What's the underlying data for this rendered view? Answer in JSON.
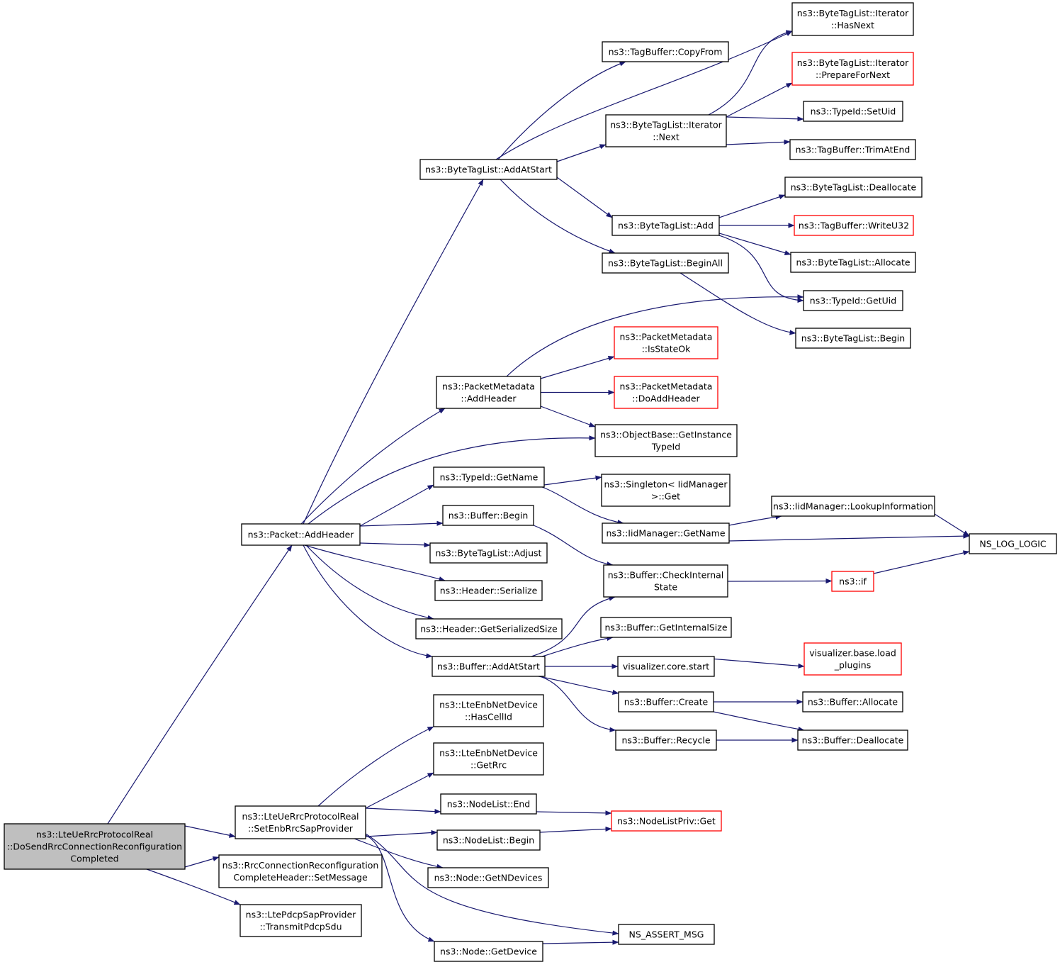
{
  "diagram": {
    "colors": {
      "edge": "#191970",
      "box_border_normal": "#000000",
      "box_border_truncated": "#ff0000",
      "root_fill": "#bfbfbf",
      "node_fill": "#ffffff"
    },
    "nodes": [
      {
        "id": "root",
        "lines": [
          "ns3::LteUeRrcProtocolReal",
          "::DoSendRrcConnectionReconfiguration",
          "Completed"
        ],
        "kind": "root"
      },
      {
        "id": "packet_addheader",
        "lines": [
          "ns3::Packet::AddHeader"
        ],
        "kind": "normal"
      },
      {
        "id": "setenbrrc",
        "lines": [
          "ns3::LteUeRrcProtocolReal",
          "::SetEnbRrcSapProvider"
        ],
        "kind": "normal"
      },
      {
        "id": "rrc_setmessage",
        "lines": [
          "ns3::RrcConnectionReconfiguration",
          "CompleteHeader::SetMessage"
        ],
        "kind": "normal"
      },
      {
        "id": "transmitpdcp",
        "lines": [
          "ns3::LtePdcpSapProvider",
          "::TransmitPdcpSdu"
        ],
        "kind": "normal"
      },
      {
        "id": "btl_addatstart",
        "lines": [
          "ns3::ByteTagList::AddAtStart"
        ],
        "kind": "normal"
      },
      {
        "id": "pm_addheader",
        "lines": [
          "ns3::PacketMetadata",
          "::AddHeader"
        ],
        "kind": "normal"
      },
      {
        "id": "typeid_getname",
        "lines": [
          "ns3::TypeId::GetName"
        ],
        "kind": "normal"
      },
      {
        "id": "buffer_begin",
        "lines": [
          "ns3::Buffer::Begin"
        ],
        "kind": "normal"
      },
      {
        "id": "btl_adjust",
        "lines": [
          "ns3::ByteTagList::Adjust"
        ],
        "kind": "normal"
      },
      {
        "id": "header_serialize",
        "lines": [
          "ns3::Header::Serialize"
        ],
        "kind": "normal"
      },
      {
        "id": "header_getsize",
        "lines": [
          "ns3::Header::GetSerializedSize"
        ],
        "kind": "normal"
      },
      {
        "id": "buffer_addatstart",
        "lines": [
          "ns3::Buffer::AddAtStart"
        ],
        "kind": "normal"
      },
      {
        "id": "lte_hascellid",
        "lines": [
          "ns3::LteEnbNetDevice",
          "::HasCellId"
        ],
        "kind": "normal"
      },
      {
        "id": "lte_getrrc",
        "lines": [
          "ns3::LteEnbNetDevice",
          "::GetRrc"
        ],
        "kind": "normal"
      },
      {
        "id": "nodelist_end",
        "lines": [
          "ns3::NodeList::End"
        ],
        "kind": "normal"
      },
      {
        "id": "nodelist_begin",
        "lines": [
          "ns3::NodeList::Begin"
        ],
        "kind": "normal"
      },
      {
        "id": "node_getndevices",
        "lines": [
          "ns3::Node::GetNDevices"
        ],
        "kind": "normal"
      },
      {
        "id": "node_getdevice",
        "lines": [
          "ns3::Node::GetDevice"
        ],
        "kind": "normal"
      },
      {
        "id": "tagbuffer_copyfrom",
        "lines": [
          "ns3::TagBuffer::CopyFrom"
        ],
        "kind": "normal"
      },
      {
        "id": "iter_next",
        "lines": [
          "ns3::ByteTagList::Iterator",
          "::Next"
        ],
        "kind": "normal"
      },
      {
        "id": "btl_add",
        "lines": [
          "ns3::ByteTagList::Add"
        ],
        "kind": "normal"
      },
      {
        "id": "btl_beginall",
        "lines": [
          "ns3::ByteTagList::BeginAll"
        ],
        "kind": "normal"
      },
      {
        "id": "pm_isstateok",
        "lines": [
          "ns3::PacketMetadata",
          "::IsStateOk"
        ],
        "kind": "truncated"
      },
      {
        "id": "pm_doaddheader",
        "lines": [
          "ns3::PacketMetadata",
          "::DoAddHeader"
        ],
        "kind": "truncated"
      },
      {
        "id": "objbase_getinst",
        "lines": [
          "ns3::ObjectBase::GetInstance",
          "TypeId"
        ],
        "kind": "normal"
      },
      {
        "id": "singleton_get",
        "lines": [
          "ns3::Singleton< IidManager",
          ">::Get"
        ],
        "kind": "normal"
      },
      {
        "id": "iidmanager_getname",
        "lines": [
          "ns3::IidManager::GetName"
        ],
        "kind": "normal"
      },
      {
        "id": "buffer_checkinternal",
        "lines": [
          "ns3::Buffer::CheckInternal",
          "State"
        ],
        "kind": "normal"
      },
      {
        "id": "buffer_getinternalsize",
        "lines": [
          "ns3::Buffer::GetInternalSize"
        ],
        "kind": "normal"
      },
      {
        "id": "vis_core_start",
        "lines": [
          "visualizer.core.start"
        ],
        "kind": "normal"
      },
      {
        "id": "buffer_create",
        "lines": [
          "ns3::Buffer::Create"
        ],
        "kind": "normal"
      },
      {
        "id": "buffer_recycle",
        "lines": [
          "ns3::Buffer::Recycle"
        ],
        "kind": "normal"
      },
      {
        "id": "nodelistpriv_get",
        "lines": [
          "ns3::NodeListPriv::Get"
        ],
        "kind": "truncated"
      },
      {
        "id": "ns_assert_msg",
        "lines": [
          "NS_ASSERT_MSG"
        ],
        "kind": "normal"
      },
      {
        "id": "iter_hasnext",
        "lines": [
          "ns3::ByteTagList::Iterator",
          "::HasNext"
        ],
        "kind": "normal"
      },
      {
        "id": "iter_preparefornext",
        "lines": [
          "ns3::ByteTagList::Iterator",
          "::PrepareForNext"
        ],
        "kind": "truncated"
      },
      {
        "id": "typeid_setuid",
        "lines": [
          "ns3::TypeId::SetUid"
        ],
        "kind": "normal"
      },
      {
        "id": "tagbuffer_trimatend",
        "lines": [
          "ns3::TagBuffer::TrimAtEnd"
        ],
        "kind": "normal"
      },
      {
        "id": "btl_deallocate",
        "lines": [
          "ns3::ByteTagList::Deallocate"
        ],
        "kind": "normal"
      },
      {
        "id": "tagbuffer_writeu32",
        "lines": [
          "ns3::TagBuffer::WriteU32"
        ],
        "kind": "truncated"
      },
      {
        "id": "btl_allocate",
        "lines": [
          "ns3::ByteTagList::Allocate"
        ],
        "kind": "normal"
      },
      {
        "id": "typeid_getuid",
        "lines": [
          "ns3::TypeId::GetUid"
        ],
        "kind": "normal"
      },
      {
        "id": "btl_begin",
        "lines": [
          "ns3::ByteTagList::Begin"
        ],
        "kind": "normal"
      },
      {
        "id": "iid_lookupinfo",
        "lines": [
          "ns3::IidManager::LookupInformation"
        ],
        "kind": "normal"
      },
      {
        "id": "ns_log_logic",
        "lines": [
          "NS_LOG_LOGIC"
        ],
        "kind": "normal"
      },
      {
        "id": "ns3_if",
        "lines": [
          "ns3::if"
        ],
        "kind": "truncated"
      },
      {
        "id": "vis_load_plugins",
        "lines": [
          "visualizer.base.load",
          "_plugins"
        ],
        "kind": "truncated"
      },
      {
        "id": "buffer_allocate",
        "lines": [
          "ns3::Buffer::Allocate"
        ],
        "kind": "normal"
      },
      {
        "id": "buffer_deallocate",
        "lines": [
          "ns3::Buffer::Deallocate"
        ],
        "kind": "normal"
      }
    ],
    "edges": [
      [
        "root",
        "packet_addheader"
      ],
      [
        "root",
        "setenbrrc"
      ],
      [
        "root",
        "rrc_setmessage"
      ],
      [
        "root",
        "transmitpdcp"
      ],
      [
        "packet_addheader",
        "btl_addatstart"
      ],
      [
        "packet_addheader",
        "pm_addheader"
      ],
      [
        "packet_addheader",
        "objbase_getinst"
      ],
      [
        "packet_addheader",
        "typeid_getname"
      ],
      [
        "packet_addheader",
        "buffer_begin"
      ],
      [
        "packet_addheader",
        "btl_adjust"
      ],
      [
        "packet_addheader",
        "header_serialize"
      ],
      [
        "packet_addheader",
        "header_getsize"
      ],
      [
        "packet_addheader",
        "buffer_addatstart"
      ],
      [
        "setenbrrc",
        "lte_hascellid"
      ],
      [
        "setenbrrc",
        "lte_getrrc"
      ],
      [
        "setenbrrc",
        "nodelist_end"
      ],
      [
        "setenbrrc",
        "nodelist_begin"
      ],
      [
        "setenbrrc",
        "node_getndevices"
      ],
      [
        "setenbrrc",
        "ns_assert_msg"
      ],
      [
        "setenbrrc",
        "node_getdevice"
      ],
      [
        "btl_addatstart",
        "tagbuffer_copyfrom"
      ],
      [
        "btl_addatstart",
        "iter_hasnext"
      ],
      [
        "btl_addatstart",
        "iter_next"
      ],
      [
        "btl_addatstart",
        "btl_add"
      ],
      [
        "btl_addatstart",
        "btl_beginall"
      ],
      [
        "iter_next",
        "iter_hasnext"
      ],
      [
        "iter_next",
        "iter_preparefornext"
      ],
      [
        "iter_next",
        "typeid_setuid"
      ],
      [
        "iter_next",
        "tagbuffer_trimatend"
      ],
      [
        "btl_add",
        "btl_deallocate"
      ],
      [
        "btl_add",
        "tagbuffer_writeu32"
      ],
      [
        "btl_add",
        "btl_allocate"
      ],
      [
        "btl_add",
        "typeid_getuid"
      ],
      [
        "btl_beginall",
        "btl_begin"
      ],
      [
        "pm_addheader",
        "typeid_getuid"
      ],
      [
        "pm_addheader",
        "pm_isstateok"
      ],
      [
        "pm_addheader",
        "pm_doaddheader"
      ],
      [
        "pm_addheader",
        "objbase_getinst"
      ],
      [
        "typeid_getname",
        "singleton_get"
      ],
      [
        "typeid_getname",
        "iidmanager_getname"
      ],
      [
        "iidmanager_getname",
        "iid_lookupinfo"
      ],
      [
        "iidmanager_getname",
        "ns_log_logic"
      ],
      [
        "iid_lookupinfo",
        "ns_log_logic"
      ],
      [
        "buffer_begin",
        "buffer_checkinternal"
      ],
      [
        "buffer_checkinternal",
        "ns3_if"
      ],
      [
        "ns3_if",
        "ns_log_logic"
      ],
      [
        "buffer_addatstart",
        "buffer_checkinternal"
      ],
      [
        "buffer_addatstart",
        "buffer_getinternalsize"
      ],
      [
        "buffer_addatstart",
        "vis_core_start"
      ],
      [
        "buffer_addatstart",
        "buffer_create"
      ],
      [
        "buffer_addatstart",
        "buffer_recycle"
      ],
      [
        "vis_core_start",
        "vis_load_plugins"
      ],
      [
        "buffer_create",
        "buffer_allocate"
      ],
      [
        "buffer_create",
        "buffer_deallocate"
      ],
      [
        "buffer_recycle",
        "buffer_deallocate"
      ],
      [
        "nodelist_end",
        "nodelistpriv_get"
      ],
      [
        "nodelist_begin",
        "nodelistpriv_get"
      ],
      [
        "node_getdevice",
        "ns_assert_msg"
      ]
    ]
  }
}
